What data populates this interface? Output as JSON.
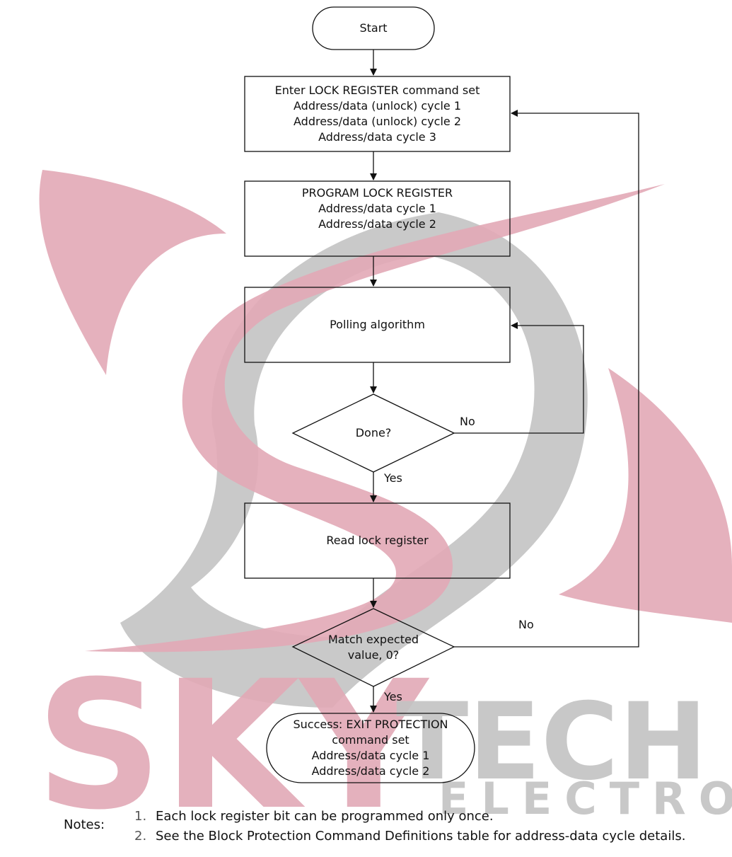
{
  "nodes": {
    "start": {
      "lines": [
        "Start"
      ]
    },
    "enter_lock": {
      "lines": [
        "Enter LOCK REGISTER command set",
        "Address/data (unlock) cycle 1",
        "Address/data (unlock) cycle 2",
        "Address/data cycle 3"
      ]
    },
    "program_lock": {
      "lines": [
        "PROGRAM LOCK REGISTER",
        "Address/data cycle 1",
        "Address/data cycle 2"
      ]
    },
    "polling": {
      "lines": [
        "Polling algorithm"
      ]
    },
    "done": {
      "lines": [
        "Done?"
      ]
    },
    "read_lock": {
      "lines": [
        "Read lock register"
      ]
    },
    "match": {
      "lines": [
        "Match expected",
        "value, 0?"
      ]
    },
    "success": {
      "lines": [
        "Success: EXIT PROTECTION",
        "command set",
        "Address/data cycle 1",
        "Address/data cycle 2"
      ]
    }
  },
  "edges": {
    "done_no": "No",
    "done_yes": "Yes",
    "match_no": "No",
    "match_yes": "Yes"
  },
  "notes": {
    "heading": "Notes:",
    "items": [
      {
        "num": "1.",
        "text": "Each lock register bit can be programmed only once."
      },
      {
        "num": "2.",
        "text": "See the Block Protection Command Definitions table for address-data cycle details."
      }
    ]
  },
  "watermark": {
    "brand": "SKYTECH",
    "sub": "ELECTRONIC",
    "colors": {
      "pink": "#e2a9b6",
      "gray": "#c3c3c3"
    }
  }
}
